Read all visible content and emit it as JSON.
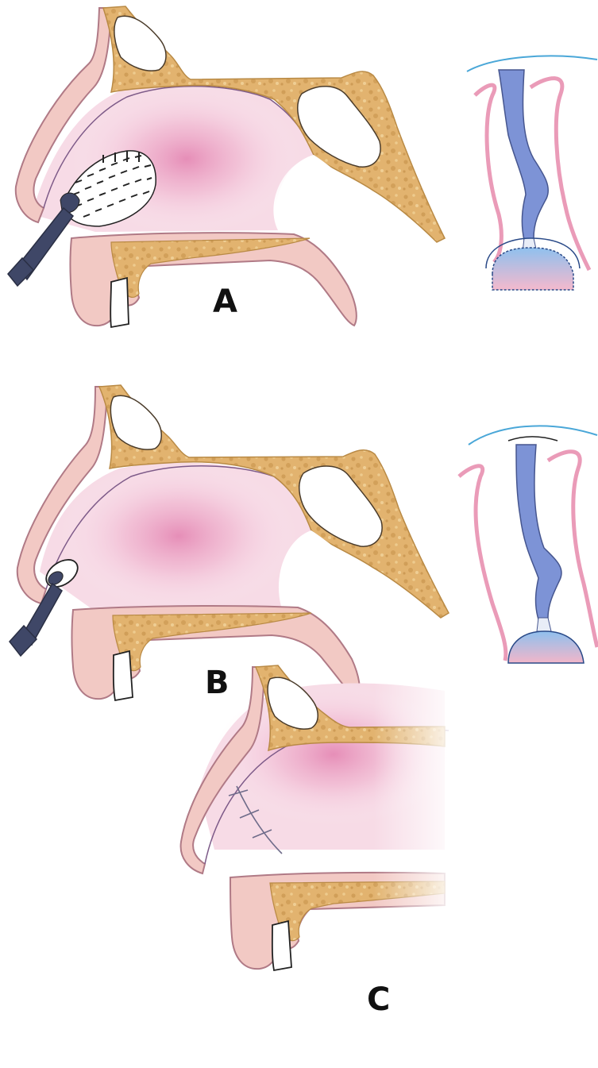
{
  "panels": [
    {
      "id": "A",
      "label": "A",
      "instrument": "rasp",
      "has_inset": true
    },
    {
      "id": "B",
      "label": "B",
      "instrument": "rotating-burr",
      "has_inset": true
    },
    {
      "id": "C",
      "label": "C",
      "instrument": "sutures",
      "has_inset": false
    }
  ],
  "colors": {
    "bone_fill": "#e2b36f",
    "bone_edge": "#b98a45",
    "soft_tissue": "#f2c9c4",
    "soft_tissue_edge": "#b07a86",
    "mucosa_glow": "#e58ab5",
    "septum_blue": "#7d93d6",
    "pink_line": "#ea9bb8",
    "instrument": "#3f4767"
  }
}
